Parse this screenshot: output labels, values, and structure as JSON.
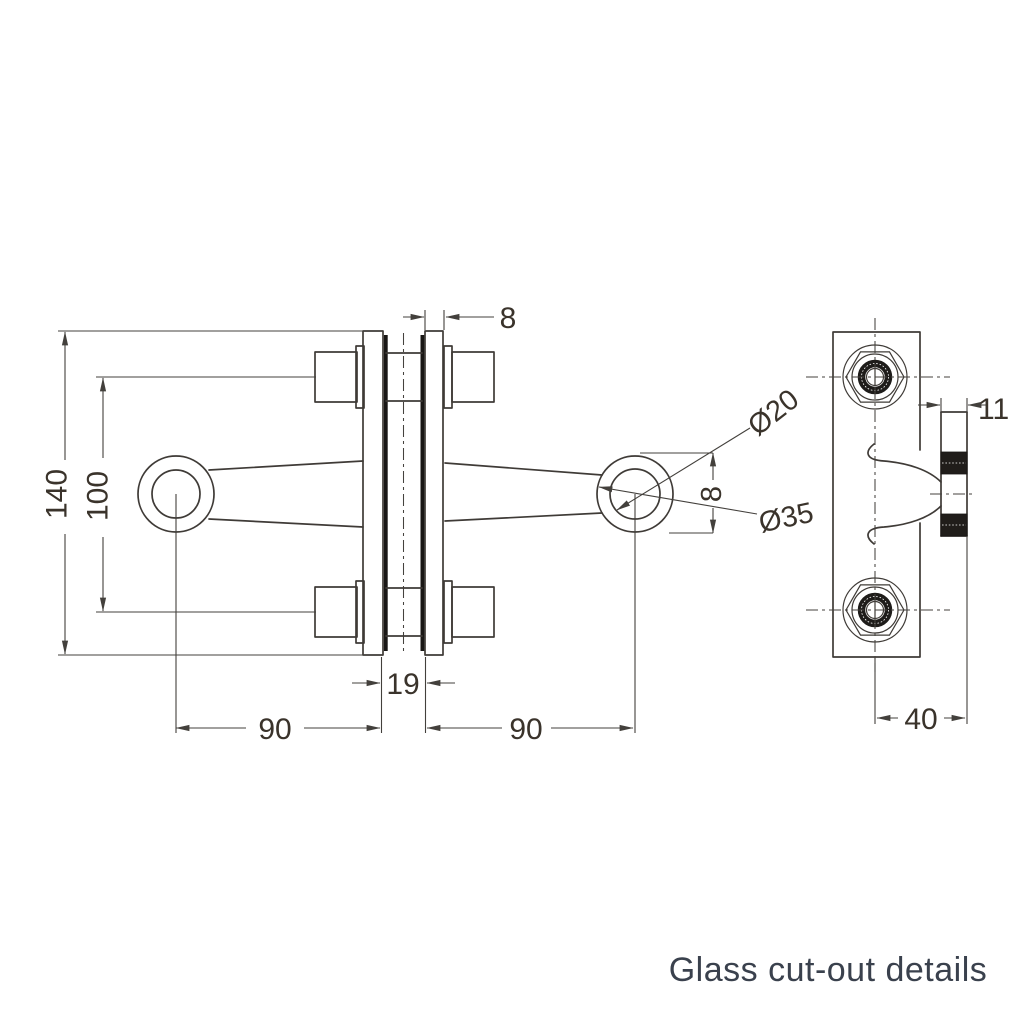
{
  "title": "Glass cut-out details",
  "front_view": {
    "dim_height": "140",
    "dim_hole_spacing": "100",
    "dim_glass_thickness": "8",
    "dim_gap": "19",
    "dim_left_center": "90",
    "dim_right_center": "90",
    "dim_hole_diameter": "Ø20",
    "dim_boss_diameter": "Ø35",
    "dim_edge": "8"
  },
  "side_view": {
    "dim_plate_width": "40",
    "dim_strip_width": "11"
  },
  "colors": {
    "line": "#3f3b37",
    "dimension_text": "#3a332b",
    "title_text": "#3a414d",
    "knurl_fill": "#201d1a",
    "background": "#ffffff"
  }
}
